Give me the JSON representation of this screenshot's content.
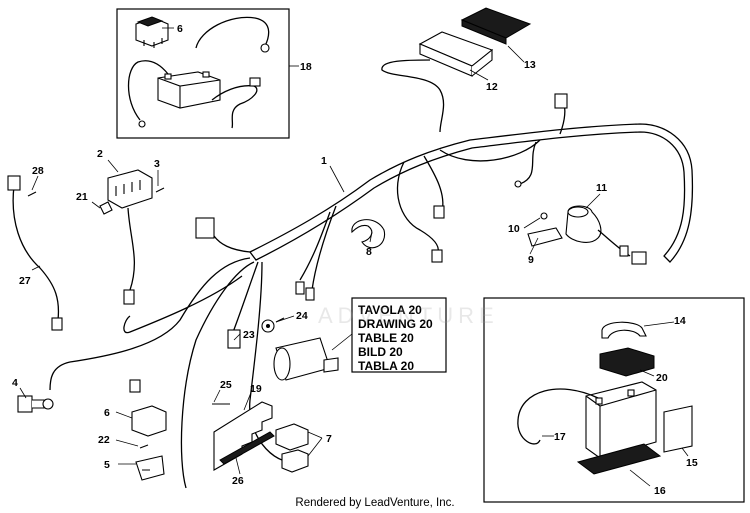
{
  "credit": "Rendered by LeadVenture, Inc.",
  "watermark": "ADVENTURE",
  "reference_box": [
    "TAVOLA 20",
    "DRAWING 20",
    "TABLE 20",
    "BILD 20",
    "TABLA 20"
  ],
  "callouts": {
    "c1": "1",
    "c2": "2",
    "c3": "3",
    "c4": "4",
    "c5": "5",
    "c6a": "6",
    "c6b": "6",
    "c7": "7",
    "c8": "8",
    "c9": "9",
    "c10": "10",
    "c11": "11",
    "c12": "12",
    "c13": "13",
    "c14": "14",
    "c15": "15",
    "c16": "16",
    "c17": "17",
    "c18": "18",
    "c19": "19",
    "c20": "20",
    "c21": "21",
    "c22": "22",
    "c23": "23",
    "c24": "24",
    "c25": "25",
    "c26": "26",
    "c27": "27",
    "c28": "28"
  }
}
